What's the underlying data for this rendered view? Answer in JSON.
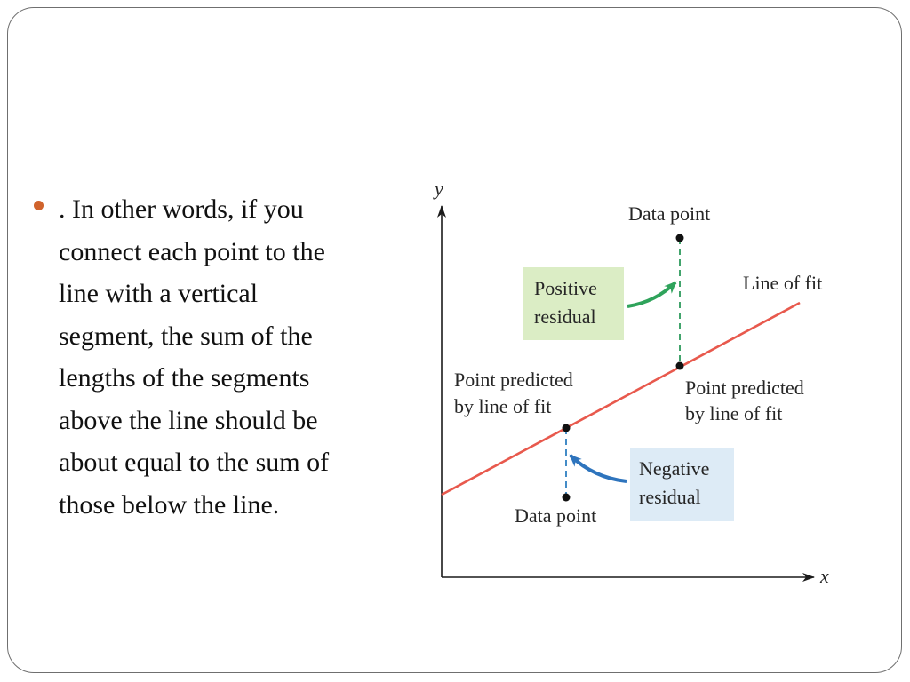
{
  "bullet": {
    "text": ". In other words, if you\nconnect each point to the\nline with a vertical\nsegment, the sum of the\nlengths of the segments\nabove the line should be\nabout equal to the sum of\nthose below the line."
  },
  "diagram": {
    "x_axis_label": "x",
    "y_axis_label": "y",
    "line_of_fit_label": "Line of fit",
    "data_point_top_label": "Data point",
    "data_point_bottom_label": "Data point",
    "predicted_left_line1": "Point predicted",
    "predicted_left_line2": "by line of fit",
    "predicted_right_line1": "Point predicted",
    "predicted_right_line2": "by line of fit",
    "positive_residual_line1": "Positive",
    "positive_residual_line2": "residual",
    "negative_residual_line1": "Negative",
    "negative_residual_line2": "residual"
  },
  "colors": {
    "bullet": "#d0632c",
    "line_of_fit": "#e8594d",
    "positive_box": "#dbedc5",
    "positive_dash": "#2e9a5c",
    "positive_arrow": "#2fa35b",
    "negative_box": "#ddebf6",
    "negative_dash": "#2f7fc1",
    "negative_arrow": "#2e74bd",
    "axis": "#1a1a1a",
    "point": "#111111"
  }
}
